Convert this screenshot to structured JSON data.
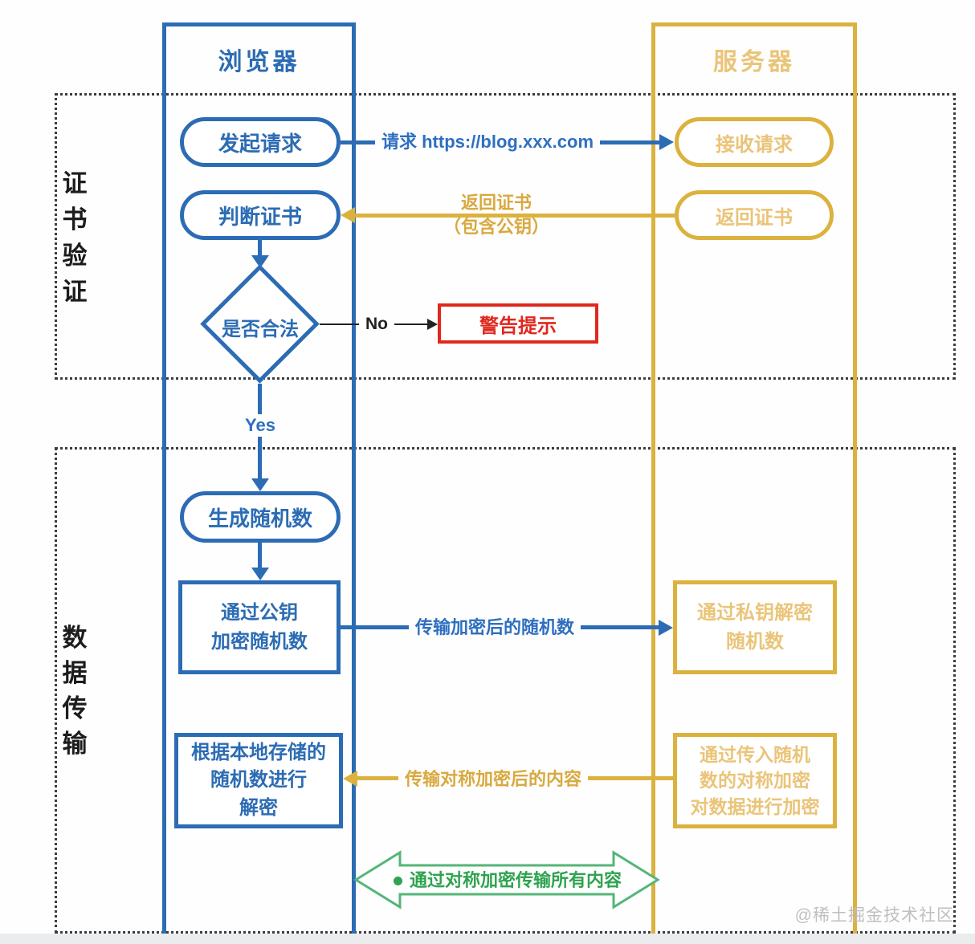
{
  "titles": {
    "browser": "浏览器",
    "server": "服务器"
  },
  "sections": {
    "cert": "证书验证",
    "data": "数据传输"
  },
  "nodes": {
    "start": "发起请求",
    "receive": "接收请求",
    "judge": "判断证书",
    "return_cert": "返回证书",
    "decision": "是否合法",
    "warning": "警告提示",
    "generate": "生成随机数",
    "encrypt_pub": "通过公钥\n加密随机数",
    "decrypt_priv": "通过私钥解密\n随机数",
    "decrypt_local": "根据本地存储的\n随机数进行\n解密",
    "encrypt_sym": "通过传入随机\n数的对称加密\n对数据进行加密"
  },
  "edges": {
    "request": "请求 https://blog.xxx.com",
    "return_cert_label": "返回证书\n（包含公钥）",
    "no": "No",
    "yes": "Yes",
    "send_random": "传输加密后的随机数",
    "send_content": "传输对称加密后的内容",
    "sym_all": "通过对称加密传输所有内容"
  },
  "watermark": "@稀土掘金技术社区",
  "colors": {
    "browser_blue": "#2C6CB4",
    "server_yellow": "#DCB23F",
    "server_text_yellow": "#EAC478",
    "warning_red": "#E0281E",
    "sym_green": "#2FA34F",
    "section_ink": "#1c1c1c"
  }
}
